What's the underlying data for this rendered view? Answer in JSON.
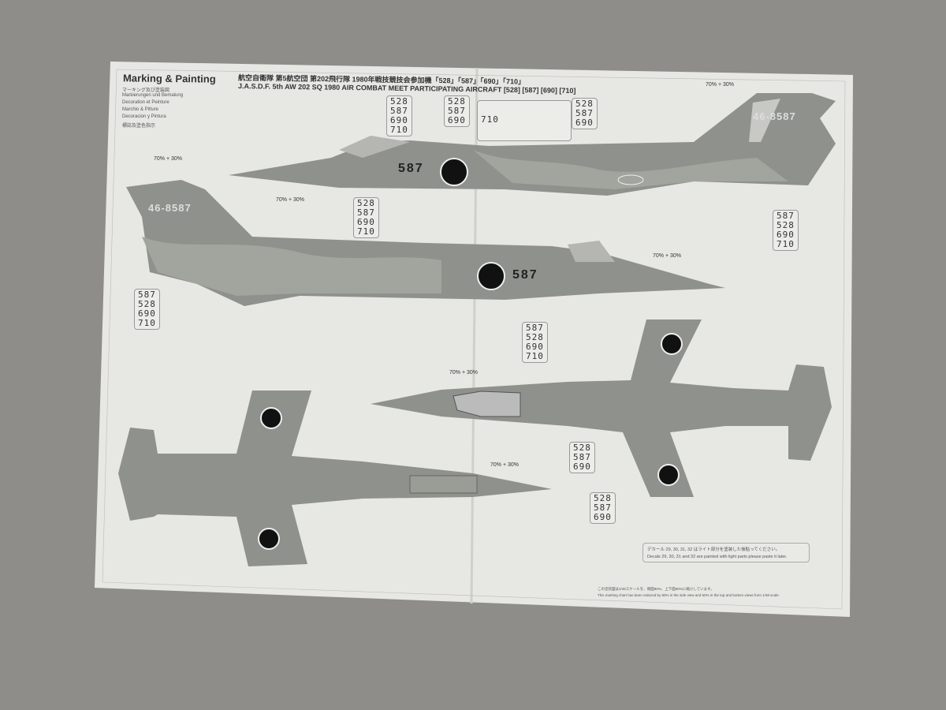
{
  "header": {
    "title": "Marking & Painting",
    "subtitles": [
      "マーキング及び塗装図",
      "Markierungen und Bemalung",
      "Decoration et Peinture",
      "Marchio & Pitture",
      "Decoracion y Pintura",
      "標誌及塗色指示"
    ],
    "heading_jp": "航空自衛隊 第5航空団 第202飛行隊 1980年戦技競技会参加機「528」「587」「690」「710」",
    "heading_en": "J.A.S.D.F. 5th AW 202 SQ 1980 AIR COMBAT MEET PARTICIPATING AIRCRAFT [528] [587] [690] [710]"
  },
  "codes": {
    "four": [
      "528",
      "587",
      "690",
      "710"
    ],
    "three": [
      "528",
      "587",
      "690"
    ],
    "four_alt": [
      "587",
      "528",
      "690",
      "710"
    ],
    "single": "710"
  },
  "aircraft": {
    "tail_number": "46-8587",
    "nose_number": "587"
  },
  "paint_mix": "70% + 30%",
  "note": {
    "jp": "デカール 29, 30, 31, 32 はライト部分を塗装した後貼ってください。",
    "en": "Decals 29, 30, 31 and 32 are painted with light parts please paste it later."
  },
  "footnotes": [
    "この塗装図は1/48スケールを、側面80%、上下面60%に縮小しています。",
    "This marking chart has been reduced by 80% in the side view and 60% in the top and bottom views from 1/48 scale."
  ],
  "colors": {
    "paper": "#e7e7e4",
    "aircraft": "#8f918c",
    "camo": "#a7a9a3",
    "background": "#8e8d89"
  }
}
